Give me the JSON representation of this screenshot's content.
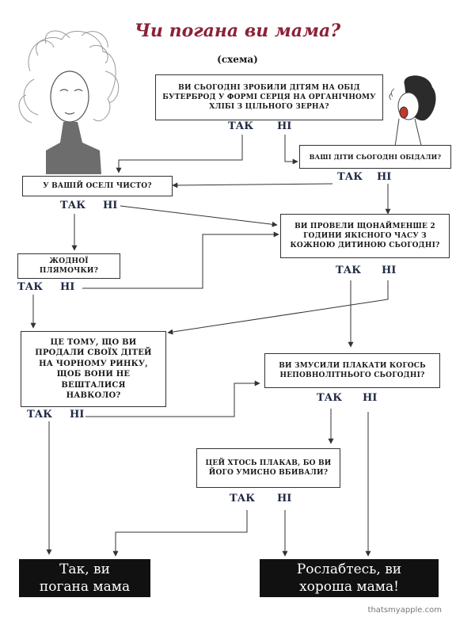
{
  "title": "Чи погана ви мама?",
  "subtitle": "(схема)",
  "nodes": {
    "q1": "Ви сьогодні зробили дітям на обід бутерброд у формі серця на органічному хлібі з цільного зерна?",
    "q2": "Ваші діти сьогодні обідали?",
    "q3": "У вашій оселі чисто?",
    "q4": "Ви провели щонайменше 2 години якісного часу з кожною дитиною сьогодні?",
    "q5": "Жодної плямочки?",
    "q6": "Це тому, що ви продали своїх дітей на чорному ринку, щоб вони не вешталися навколо?",
    "q7": "Ви змусили плакати когось неповнолітнього сьогодні?",
    "q8": "Цей хтось плакав, бо ви його умисно вбивали?"
  },
  "answers": {
    "yes": "ТАК",
    "no": "НІ"
  },
  "results": {
    "bad": "Так, ви погана мама",
    "good": "Рослабтесь, ви хороша мама!"
  },
  "credit": "thatsmyapple.com"
}
